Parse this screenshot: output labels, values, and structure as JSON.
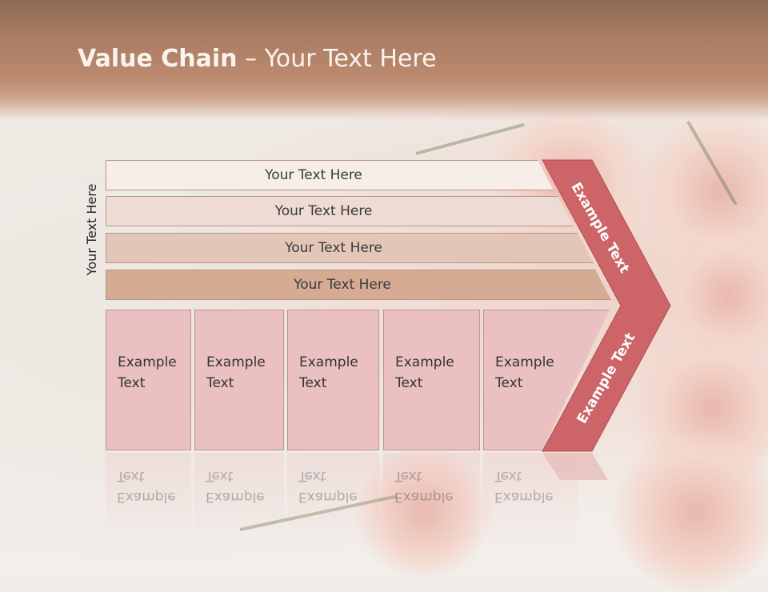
{
  "slide": {
    "title_bold": "Value Chain",
    "title_rest": " – Your Text Here",
    "side_label": "Your Text Here"
  },
  "bars": [
    {
      "label": "Your Text Here",
      "color": "#f7eeea"
    },
    {
      "label": "Your Text Here",
      "color": "#eedbd3"
    },
    {
      "label": "Your Text Here",
      "color": "#e4c6b8"
    },
    {
      "label": "Your Text Here",
      "color": "#d5ab93"
    }
  ],
  "cards": [
    {
      "line1": "Example",
      "line2": "Text"
    },
    {
      "line1": "Example",
      "line2": "Text"
    },
    {
      "line1": "Example",
      "line2": "Text"
    },
    {
      "line1": "Example",
      "line2": "Text"
    },
    {
      "line1": "Example",
      "line2": "Text"
    }
  ],
  "arrow": {
    "upper_label": "Example Text",
    "lower_label": "Example Text",
    "color": "#cd6467"
  },
  "colors": {
    "header": "#a67a62",
    "card_fill": "#eac0c0"
  }
}
